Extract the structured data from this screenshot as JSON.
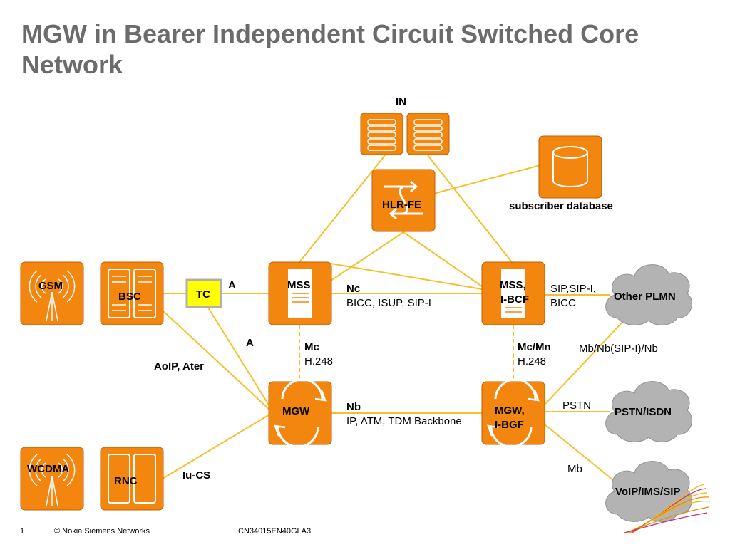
{
  "title": "MGW in Bearer Independent Circuit Switched Core Network",
  "nodes": {
    "in": "IN",
    "hlr_fe": "HLR-FE",
    "subscriber_db": "subscriber database",
    "gsm": "GSM",
    "bsc": "BSC",
    "tc": "TC",
    "mss": "MSS",
    "mss_ibcf_1": "MSS,",
    "mss_ibcf_2": "I-BCF",
    "mgw": "MGW",
    "mgw_ibgf_1": "MGW,",
    "mgw_ibgf_2": "I-BGF",
    "wcdma": "WCDMA",
    "rnc": "RNC",
    "other_plmn": "Other PLMN",
    "pstn_isdn": "PSTN/ISDN",
    "voip_ims_sip": "VoIP/IMS/SIP"
  },
  "links": {
    "a_top": "A",
    "a_mid": "A",
    "aoip": "AoIP, Ater",
    "iu_cs": "Iu-CS",
    "nc_title": "Nc",
    "nc_sub": "BICC, ISUP, SIP-I",
    "mc_title": "Mc",
    "mc_sub": "H.248",
    "mcmn_title": "Mc/Mn",
    "mcmn_sub": "H.248",
    "nb_title": "Nb",
    "nb_sub": "IP, ATM, TDM Backbone",
    "sip_1": "SIP,SIP-I,",
    "sip_2": "BICC",
    "mb_nb": "Mb/Nb(SIP-I)/Nb",
    "pstn": "PSTN",
    "mb": "Mb"
  },
  "footer": {
    "page": "1",
    "copyright": "© Nokia Siemens Networks",
    "doc_id": "CN34015EN40GLA3"
  },
  "colors": {
    "node_orange": "#f2860f",
    "link_yellow": "#f4c12a",
    "tc_yellow": "#ffff00",
    "cloud_grey": "#b3b3b3",
    "title_grey": "#6b6b6b"
  }
}
